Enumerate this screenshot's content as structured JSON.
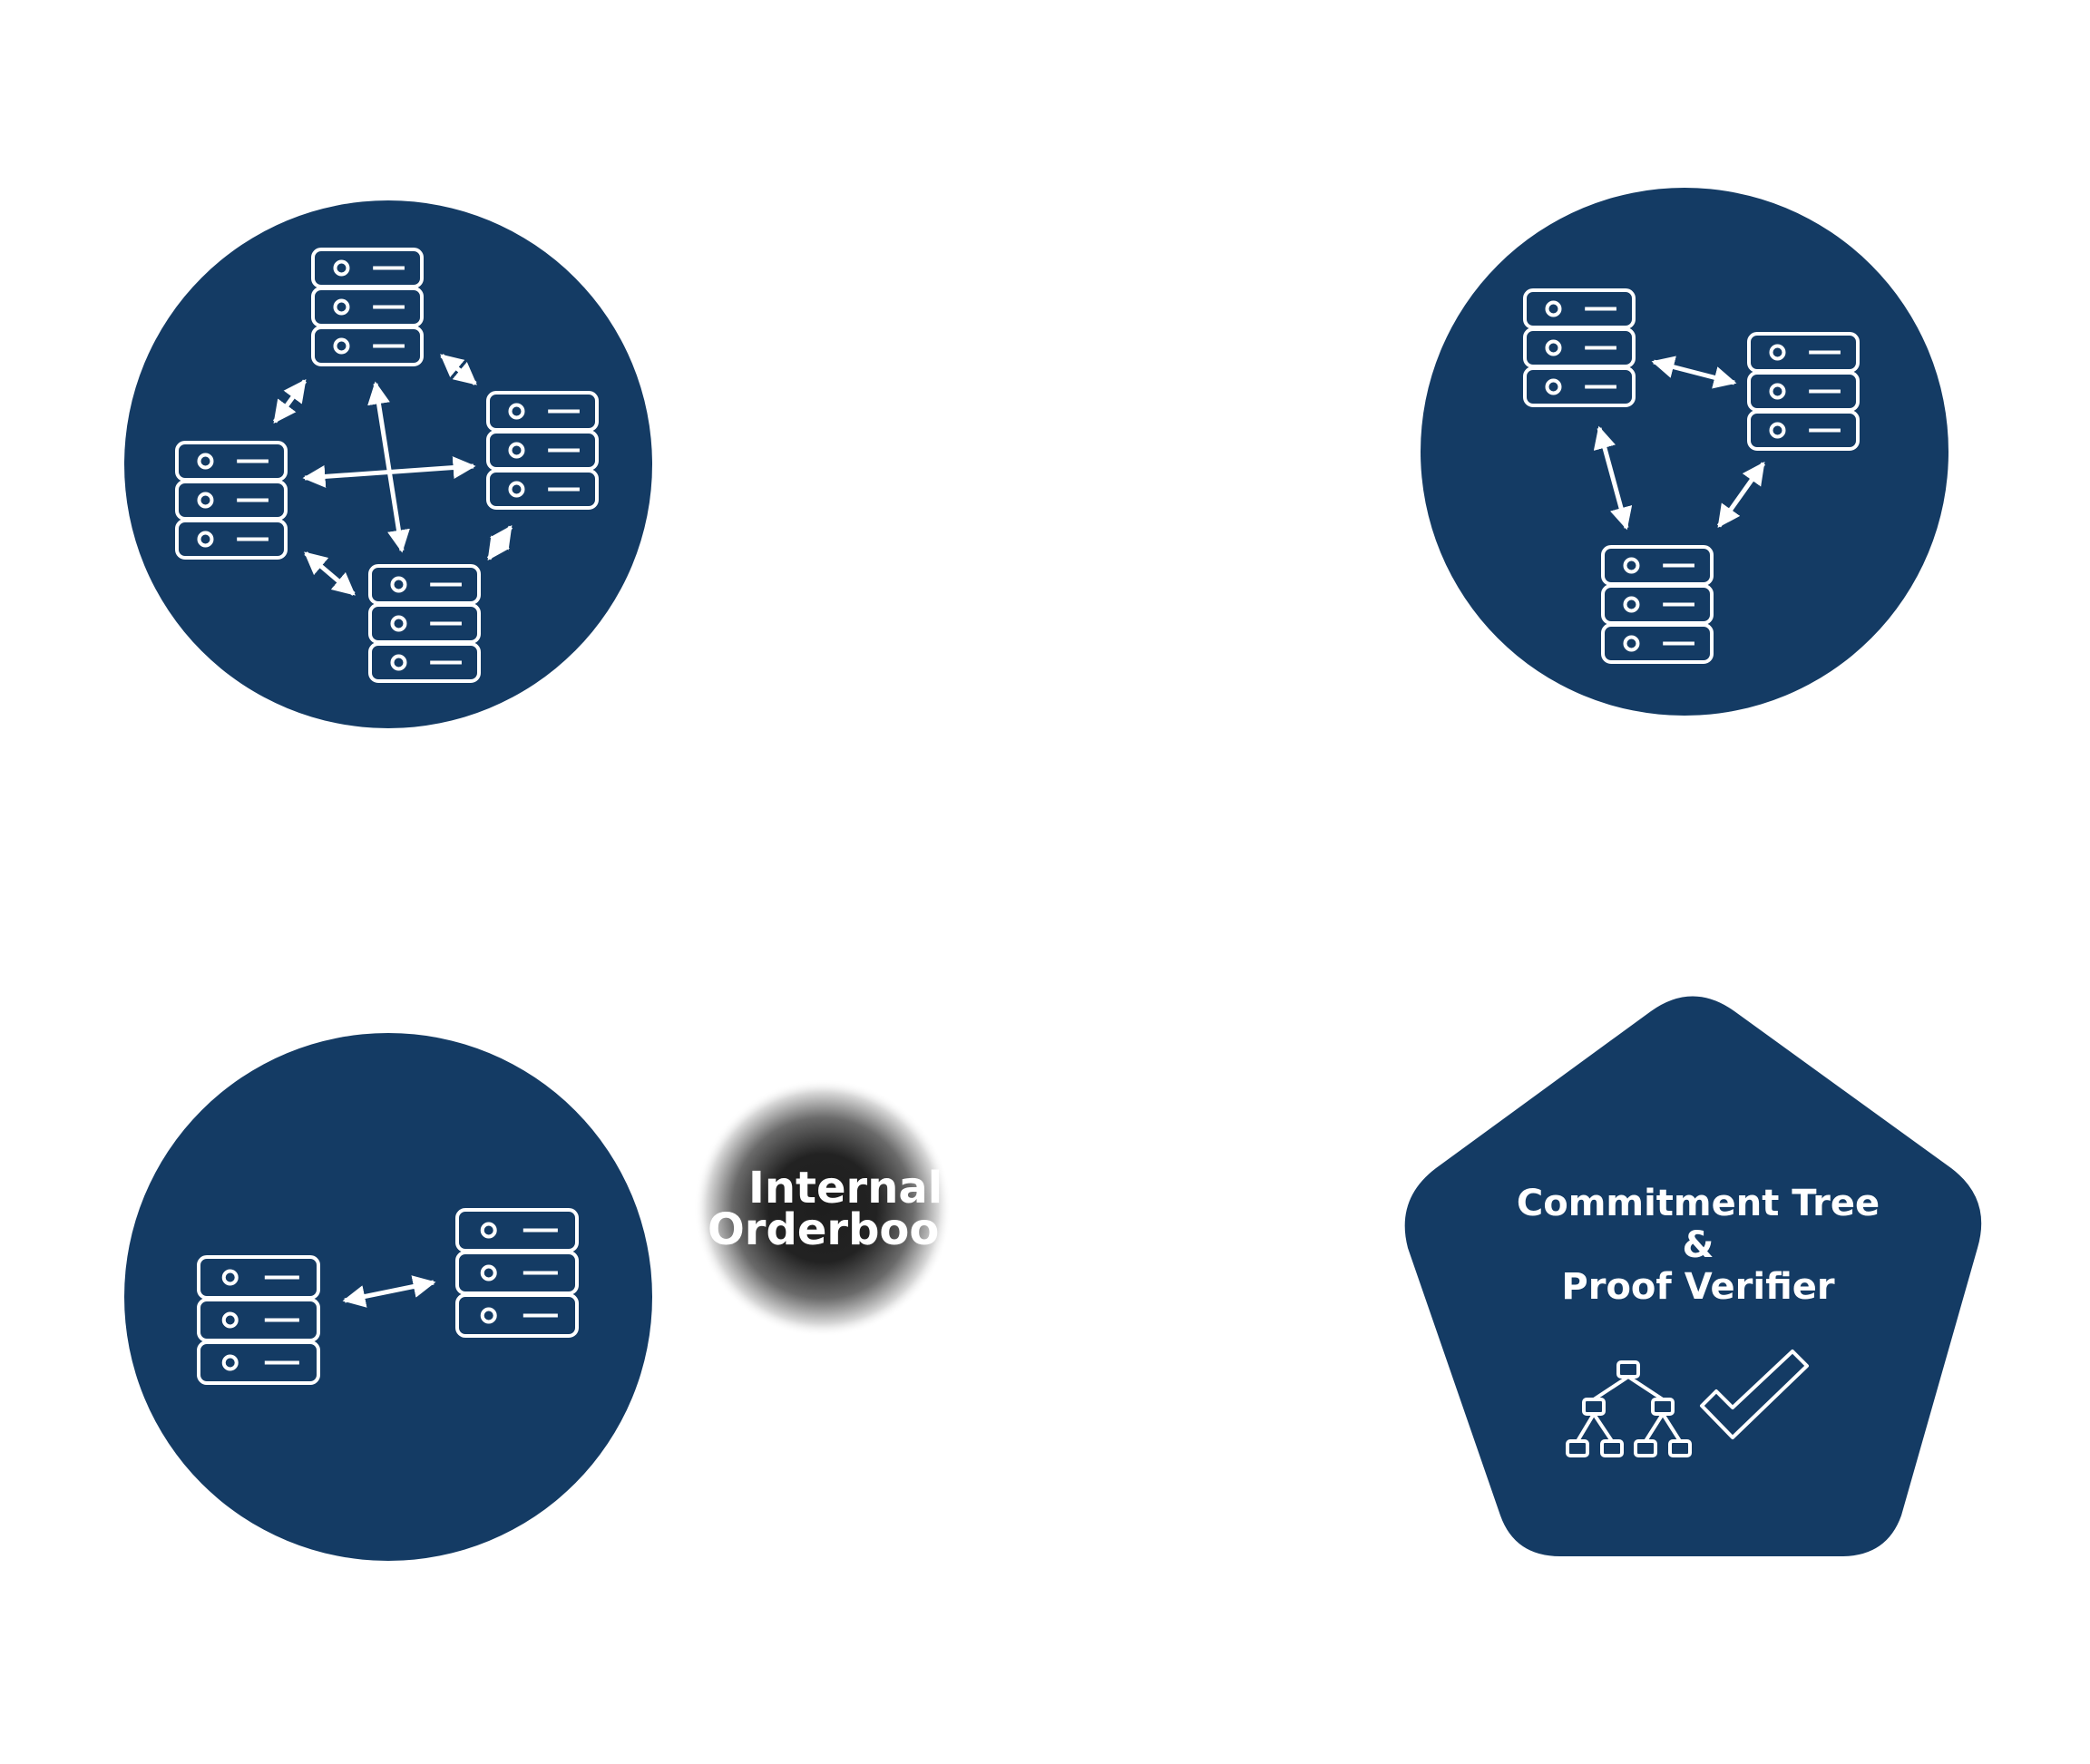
{
  "colors": {
    "navy": "#143b64",
    "icon_stroke": "#ffffff",
    "background": "#ffffff",
    "blur_core": "#1e1e1e"
  },
  "nodes": [
    {
      "id": "network-four-servers",
      "shape": "circle",
      "server_count": 4,
      "connections": "full-mesh"
    },
    {
      "id": "network-three-servers",
      "shape": "circle",
      "server_count": 3,
      "connections": "triangle"
    },
    {
      "id": "network-two-servers",
      "shape": "circle",
      "server_count": 2,
      "connections": "pair"
    }
  ],
  "orderbook": {
    "line1": "Internal",
    "line2": "Orderboo"
  },
  "verifier": {
    "line1": "Commitment Tree",
    "line2": "&",
    "line3": "Proof Verifier",
    "icons": [
      "tree-icon",
      "checkmark-icon"
    ]
  }
}
